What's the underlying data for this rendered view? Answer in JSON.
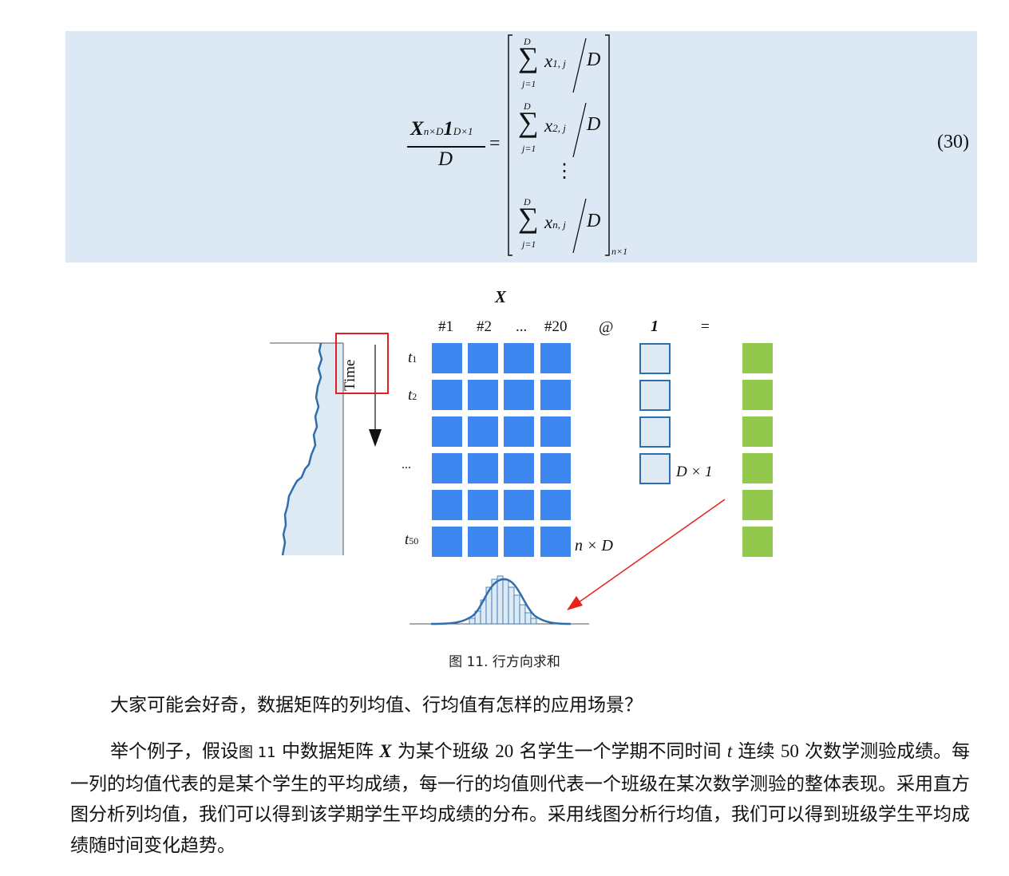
{
  "equation": {
    "lhs_num_X": "X",
    "lhs_num_X_sub": "n×D",
    "lhs_num_one": "1",
    "lhs_num_one_sub": "D×1",
    "lhs_den": "D",
    "eq": "=",
    "sum_sym": "∑",
    "sum_upper": "D",
    "sum_lower": "j=1",
    "rows": [
      {
        "var": "x",
        "sub": "1, j",
        "div": "D"
      },
      {
        "var": "x",
        "sub": "2, j",
        "div": "D"
      },
      {
        "var": "x",
        "sub": "n, j",
        "div": "D"
      }
    ],
    "vdots": "⋮",
    "matrix_sub": "n×1",
    "number": "(30)"
  },
  "figure": {
    "x_label": "X",
    "columns": [
      "#1",
      "#2",
      "...",
      "#20"
    ],
    "at": "@",
    "ones": "1",
    "equals": "=",
    "rows": [
      {
        "t": "t",
        "sub": "1"
      },
      {
        "t": "t",
        "sub": "2"
      },
      {
        "t": "...",
        "sub": ""
      },
      {
        "t": "t",
        "sub": "50"
      }
    ],
    "time_label": "Time",
    "matrix_dim": "n × D",
    "vector_dim": "D × 1",
    "colors": {
      "matrix": "#3f87f0",
      "vector_fill": "#dde9f3",
      "vector_border": "#2e6ead",
      "result": "#92c84b",
      "arrow": "#e8231b",
      "highlight": "#e02020",
      "line": "#2e6ead"
    },
    "caption": "图 11. 行方向求和"
  },
  "body": {
    "p1": "大家可能会好奇，数据矩阵的列均值、行均值有怎样的应用场景？",
    "p2_a": "举个例子，假设",
    "p2_ref": "图 11",
    "p2_b": " 中数据矩阵 ",
    "p2_X": "X",
    "p2_c": " 为某个班级 ",
    "p2_20": "20",
    "p2_d": " 名学生一个学期不同时间 ",
    "p2_t": "t",
    "p2_e": " 连续 ",
    "p2_50": "50",
    "p2_f": " 次数学测验成绩。每一列的均值代表的是某个学生的平均成绩，每一行的均值则代表一个班级在某次数学测验的整体表现。采用直方图分析列均值，我们可以得到该学期学生平均成绩的分布。采用线图分析行均值，我们可以得到班级学生平均成绩随时间变化趋势。"
  }
}
